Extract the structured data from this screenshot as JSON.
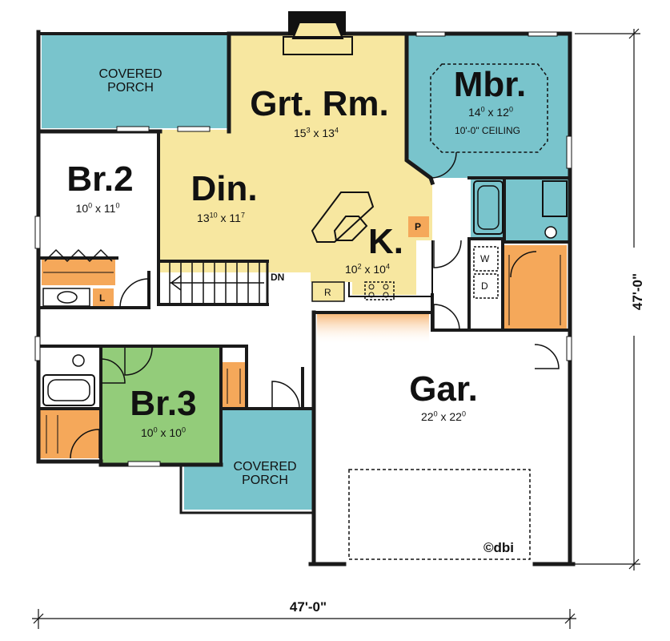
{
  "colors": {
    "porch": "#79C4CC",
    "great_room": "#F7E7A0",
    "bedroom3": "#93CC7A",
    "master": "#79C4CC",
    "closet": "#F5A85A",
    "wall": "#1a1a1a"
  },
  "rooms": {
    "covered_porch_top": {
      "line1": "COVERED",
      "line2": "PORCH"
    },
    "great_room": {
      "name": "Grt. Rm.",
      "w_ft": "15",
      "w_in": "3",
      "sep": "x",
      "d_ft": "13",
      "d_in": "4"
    },
    "master": {
      "name": "Mbr.",
      "w_ft": "14",
      "w_in": "0",
      "sep": "x",
      "d_ft": "12",
      "d_in": "0",
      "note": "10'-0\" CEILING"
    },
    "bedroom2": {
      "name": "Br.2",
      "w_ft": "10",
      "w_in": "0",
      "sep": "x",
      "d_ft": "11",
      "d_in": "0"
    },
    "dining": {
      "name": "Din.",
      "w_ft": "13",
      "w_in": "10",
      "sep": "x",
      "d_ft": "11",
      "d_in": "7"
    },
    "kitchen": {
      "name": "K.",
      "w_ft": "10",
      "w_in": "2",
      "sep": "x",
      "d_ft": "10",
      "d_in": "4"
    },
    "bedroom3": {
      "name": "Br.3",
      "w_ft": "10",
      "w_in": "0",
      "sep": "x",
      "d_ft": "10",
      "d_in": "0"
    },
    "garage": {
      "name": "Gar.",
      "w_ft": "22",
      "w_in": "0",
      "sep": "x",
      "d_ft": "22",
      "d_in": "0"
    },
    "covered_porch_front": {
      "line1": "COVERED",
      "line2": "PORCH"
    }
  },
  "fixtures": {
    "stair_label": "DN",
    "pantry": "P",
    "refrigerator": "R",
    "linen": "L",
    "washer": "W",
    "dryer": "D"
  },
  "dimensions": {
    "overall_width": "47'-0\"",
    "overall_depth": "47'-0\""
  },
  "copyright": "©dbi"
}
